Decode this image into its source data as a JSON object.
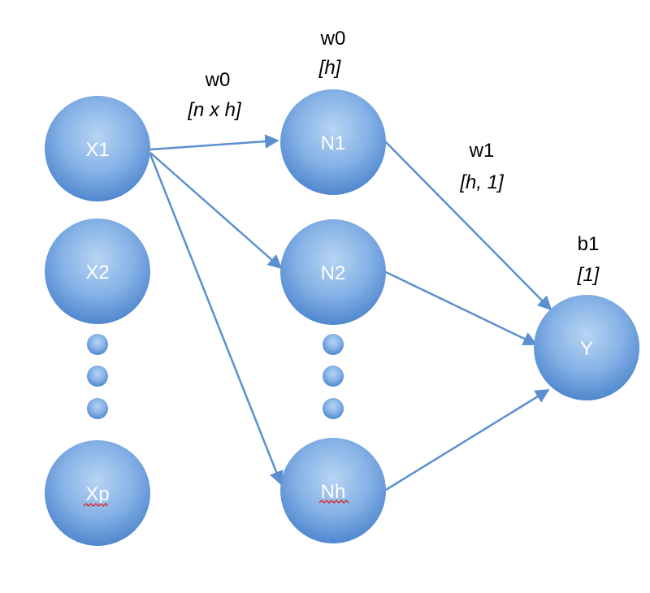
{
  "diagram": {
    "input_nodes": [
      "X1",
      "X2",
      "Xp"
    ],
    "hidden_nodes": [
      "N1",
      "N2",
      "Nh"
    ],
    "output_node": "Y",
    "ellipsis_dots": 3,
    "annotations": {
      "w0_edge": {
        "name": "w0",
        "dim": "[n x h]"
      },
      "w0_node": {
        "name": "w0",
        "dim": "[h]"
      },
      "w1": {
        "name": "w1",
        "dim": "[h, 1]"
      },
      "b1": {
        "name": "b1",
        "dim": "[1]"
      }
    },
    "colors": {
      "node_light": "#a9cbf0",
      "node_dark": "#4f87cf",
      "edge": "#5b8fcf"
    }
  }
}
